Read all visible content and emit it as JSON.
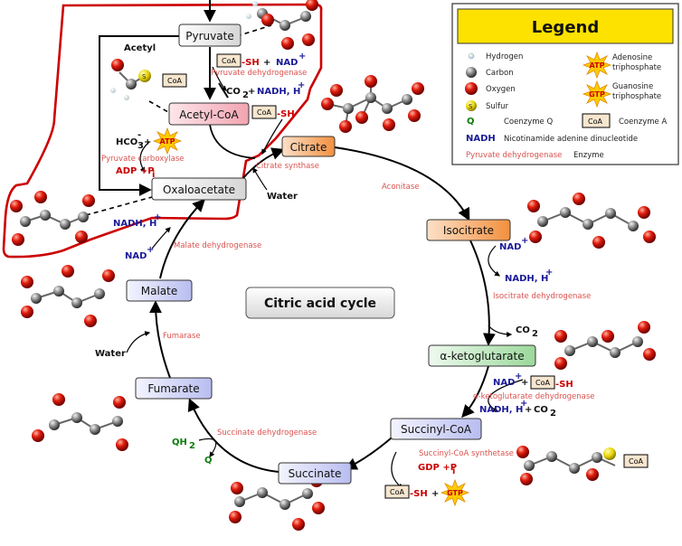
{
  "title": "Citric acid cycle",
  "intermediates": {
    "pyruvate": "Pyruvate",
    "acetyl_coa": "Acetyl-CoA",
    "citrate": "Citrate",
    "isocitrate": "Isocitrate",
    "akg": "α-ketoglutarate",
    "succinyl_coa": "Succinyl-CoA",
    "succinate": "Succinate",
    "fumarate": "Fumarate",
    "malate": "Malate",
    "oxaloacetate": "Oxaloacetate"
  },
  "enzymes": {
    "pyruvate_dehydrogenase": "Pyruvate dehydrogenase",
    "pyruvate_carboxylase": "Pyruvate carboxylase",
    "citrate_synthase": "Citrate synthase",
    "aconitase": "Aconitase",
    "isocitrate_dehydrogenase": "Isocitrate dehydrogenase",
    "akg_dehydrogenase": "α-ketoglutarate dehydrogenase",
    "succinyl_coa_synthetase": "Succinyl-CoA synthetase",
    "succinate_dehydrogenase": "Succinate dehydrogenase",
    "fumarase": "Fumarase",
    "malate_dehydrogenase": "Malate dehydrogenase"
  },
  "cofactors": {
    "acetyl": "Acetyl",
    "coa": "CoA",
    "sh": "-SH",
    "plus": "+",
    "nad": "NAD",
    "nadh": "NADH, H",
    "co2": "CO",
    "hco3": "HCO",
    "atp": "ATP",
    "adp": "ADP +P",
    "water": "Water",
    "gdp": "GDP +P",
    "gtp": "GTP",
    "qh2": "QH",
    "q": "Q",
    "sub2": "2",
    "sub3": "3",
    "subi": "i",
    "supplus": "+",
    "supminus": "-"
  },
  "legend": {
    "title": "Legend",
    "hydrogen": "Hydrogen",
    "carbon": "Carbon",
    "oxygen": "Oxygen",
    "sulfur": "Sulfur",
    "coenzyme_q_sym": "Q",
    "coenzyme_q": "Coenzyme Q",
    "nadh_sym": "NADH",
    "nadh_desc": "Nicotinamide adenine dinucleotide",
    "enzyme_example": "Pyruvate dehydrogenase",
    "enzyme": "Enzyme",
    "atp_sym": "ATP",
    "atp_l1": "Adenosine",
    "atp_l2": "triphosphate",
    "gtp_sym": "GTP",
    "gtp_l1": "Guanosine",
    "gtp_l2": "triphosphate",
    "coa_sym": "CoA",
    "coa_desc": "Coenzyme A",
    "s_sym": "S"
  },
  "colors": {
    "outline": "#cc0000",
    "enzyme_text": "#d9534f",
    "nad_text": "#1a1a99",
    "q_text": "#0a7d0a",
    "legend_bg": "#fde200",
    "atp_star": "#ffcc00"
  }
}
